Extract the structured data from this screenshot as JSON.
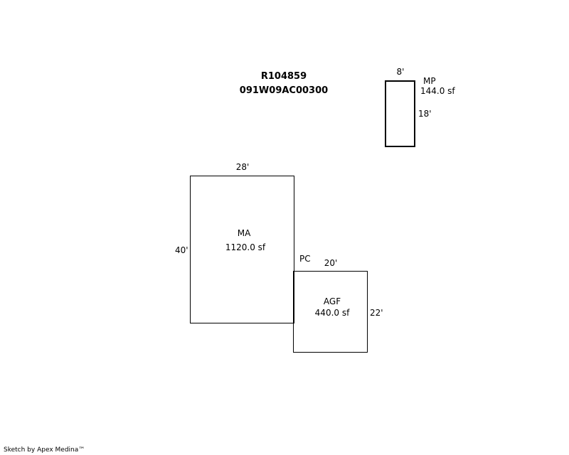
{
  "header": {
    "parcel_id": "R104859",
    "map_number": "091W09AC00300"
  },
  "areas": {
    "mp": {
      "code": "MP",
      "area": "144.0 sf",
      "width_label": "8'",
      "depth_label": "18'"
    },
    "ma": {
      "code": "MA",
      "area": "1120.0 sf",
      "width_label": "28'",
      "depth_label": "40'"
    },
    "agf": {
      "code": "AGF",
      "area": "440.0 sf",
      "width_label": "20'",
      "depth_label": "22'"
    },
    "pc": {
      "code": "PC"
    }
  },
  "footer": {
    "credit": "Sketch by Apex Medina™"
  }
}
